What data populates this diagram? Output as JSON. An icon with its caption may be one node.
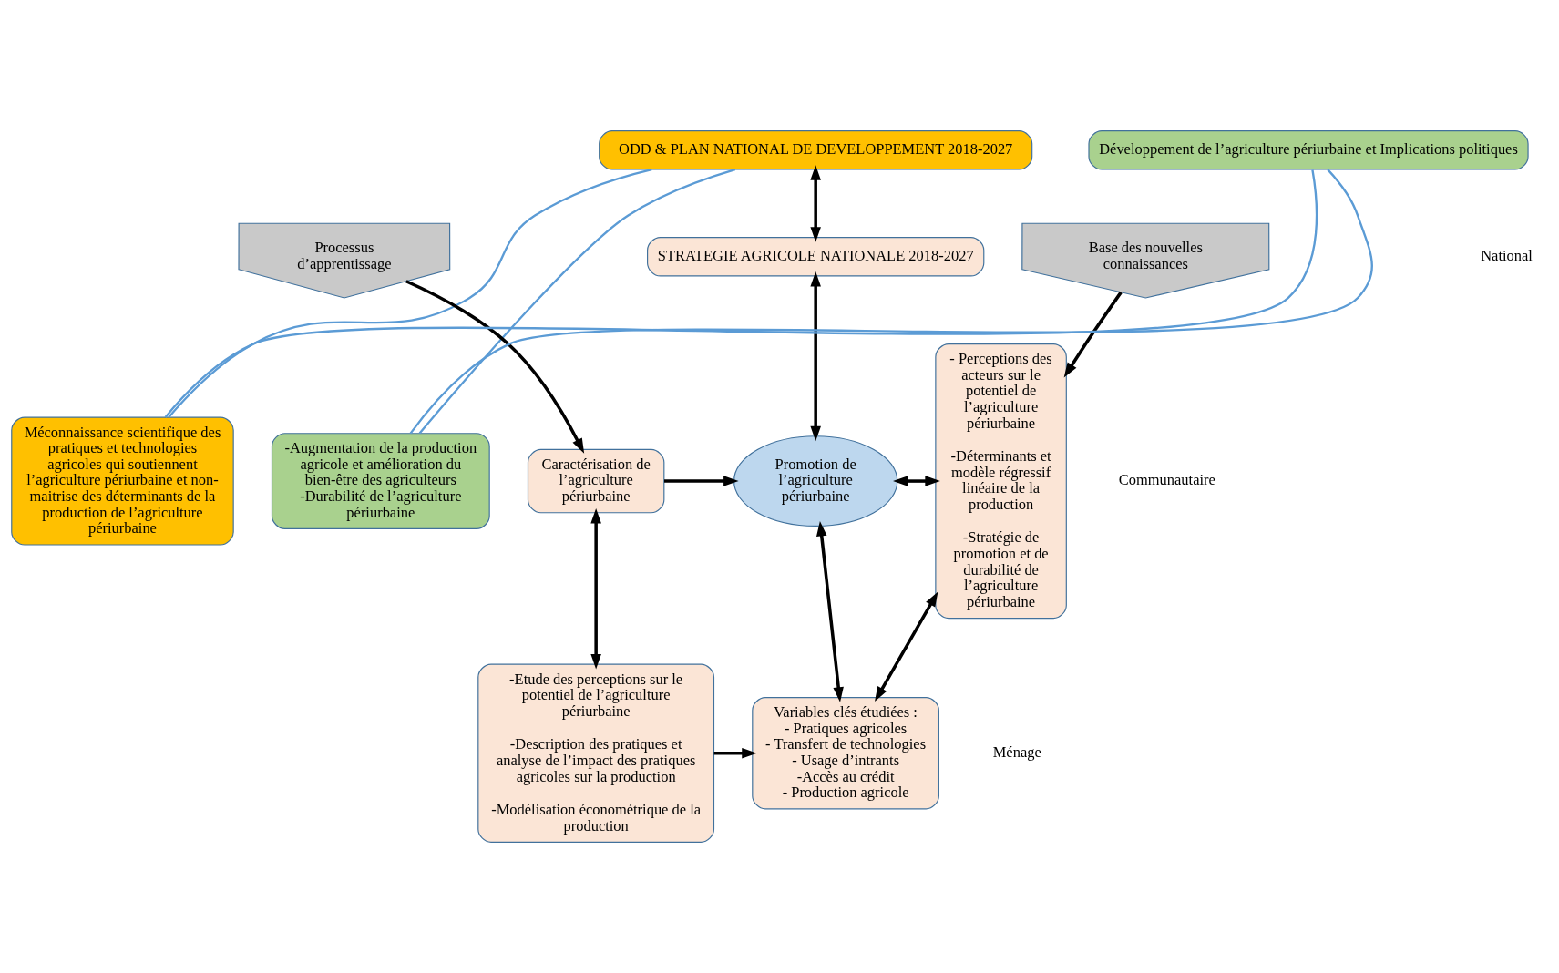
{
  "diagram": {
    "nodes": [
      {
        "text": [
          "ODD & PLAN NATIONAL DE DEVELOPPEMENT 2018-2027"
        ]
      },
      {
        "text": [
          "STRATEGIE AGRICOLE NATIONALE 2018-2027"
        ]
      },
      {
        "text": [
          "Processus d’apprentissage"
        ]
      },
      {
        "text": [
          "Base des nouvelles connaissances"
        ]
      },
      {
        "text": [
          "Méconnaissance scientifique des pratiques et technologies agricoles qui soutiennent l’agriculture périurbaine et non-maitrise des déterminants de la production de l’agriculture périurbaine"
        ]
      },
      {
        "text": [
          "Caractérisation de l’agriculture périurbaine"
        ]
      },
      {
        "text": [
          "Promotion de l’agriculture périurbaine"
        ]
      },
      {
        "text": [
          "- Perceptions des acteurs sur le potentiel de l’agriculture périurbaine",
          "-Déterminants et modèle régressif linéaire de la production",
          "-Stratégie de promotion et de durabilité de l’agriculture périurbaine"
        ]
      },
      {
        "text": [
          "-Augmentation de la production agricole et amélioration du bien-être des agriculteurs",
          "-Durabilité de l’agriculture périurbaine"
        ]
      },
      {
        "text": [
          "-Etude des perceptions sur le potentiel de l’agriculture périurbaine",
          "-Description des pratiques et analyse de l’impact des pratiques agricoles sur la production",
          "-Modélisation économétrique de la production"
        ]
      },
      {
        "text": [
          "Variables clés étudiées :",
          "- Pratiques agricoles",
          "- Transfert de technologies",
          "- Usage d’intrants",
          "-Accès au crédit",
          "- Production agricole"
        ]
      },
      {
        "text": [
          "Développement de l’agriculture périurbaine et Implications politiques"
        ]
      }
    ],
    "edges": [
      {
        "from": 0,
        "to": 1,
        "arrow": "both"
      },
      {
        "from": 1,
        "to": 6,
        "arrow": "both"
      },
      {
        "from": 2,
        "to": 5,
        "arrow": "to"
      },
      {
        "from": 3,
        "to": 7,
        "arrow": "to"
      },
      {
        "from": 5,
        "to": 6,
        "arrow": "to"
      },
      {
        "from": 6,
        "to": 7,
        "arrow": "both"
      },
      {
        "from": 5,
        "to": 9,
        "arrow": "both"
      },
      {
        "from": 6,
        "to": 10,
        "arrow": "both"
      },
      {
        "from": 9,
        "to": 10,
        "arrow": "to"
      },
      {
        "from": 10,
        "to": 7,
        "arrow": "both"
      },
      {
        "from": 0,
        "to": 4,
        "arrow": "none",
        "color": "#5b9bd5"
      },
      {
        "from": 0,
        "to": 8,
        "arrow": "none",
        "color": "#5b9bd5"
      },
      {
        "from": 4,
        "to": 11,
        "arrow": "none",
        "color": "#5b9bd5"
      },
      {
        "from": 8,
        "to": 11,
        "arrow": "none",
        "color": "#5b9bd5"
      }
    ],
    "labels": [
      "National",
      "Communautaire",
      "Ménage"
    ]
  }
}
